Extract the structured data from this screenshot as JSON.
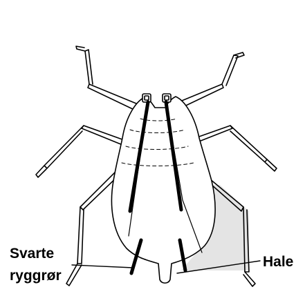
{
  "labels": {
    "siphunculi_line1": "Svarte",
    "siphunculi_line2": "ryggrør",
    "tail": "Hale"
  },
  "colors": {
    "ink": "#000000",
    "shade": "#e4e4e4",
    "background": "#ffffff"
  }
}
